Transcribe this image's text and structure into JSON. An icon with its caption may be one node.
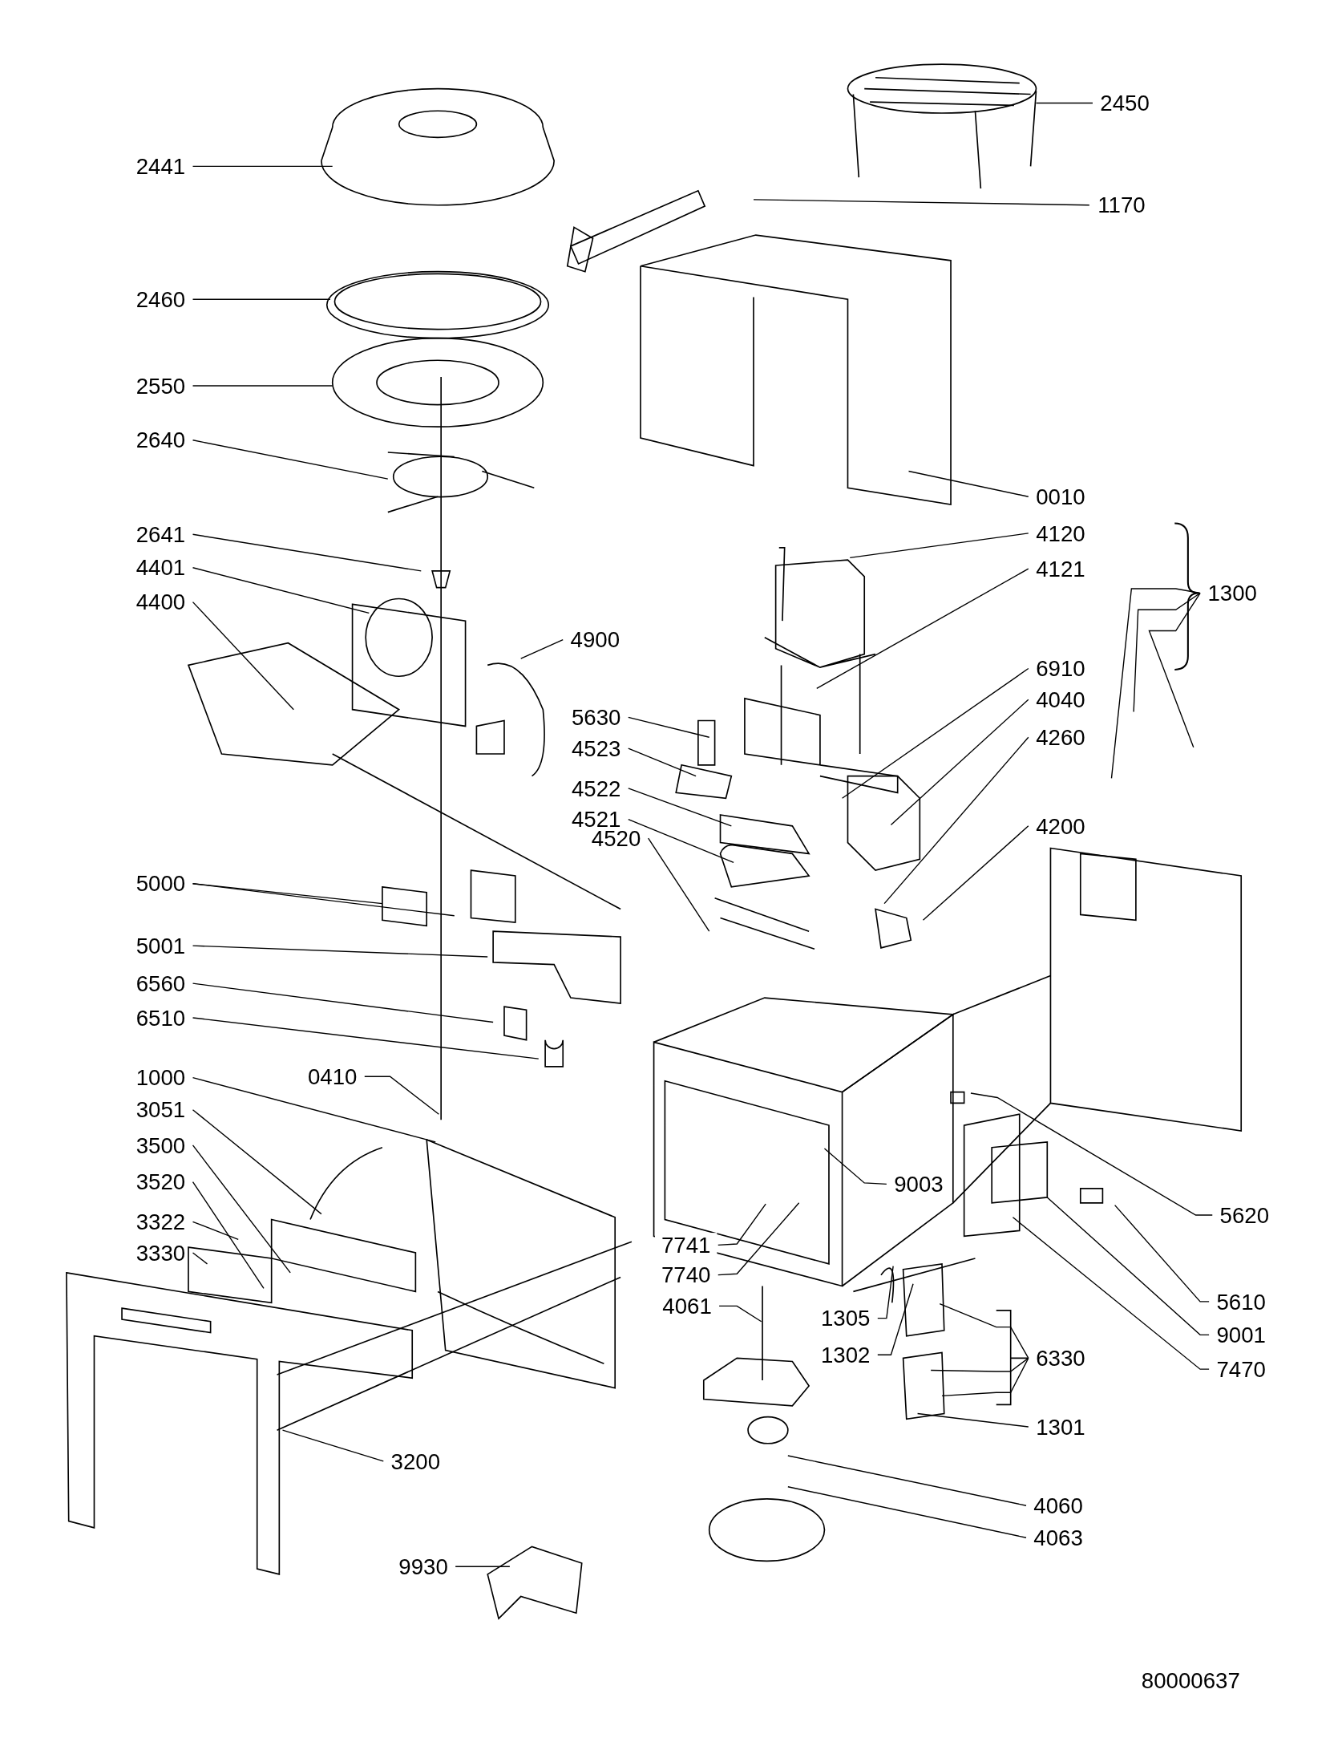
{
  "diagram": {
    "nodes": [
      {
        "text": [
          "2441"
        ]
      },
      {
        "text": [
          "2460"
        ]
      },
      {
        "text": [
          "2550"
        ]
      },
      {
        "text": [
          "2640"
        ]
      },
      {
        "text": [
          "2641"
        ]
      },
      {
        "text": [
          "4401"
        ]
      },
      {
        "text": [
          "4400"
        ]
      },
      {
        "text": [
          "5000"
        ]
      },
      {
        "text": [
          "5001"
        ]
      },
      {
        "text": [
          "6560"
        ]
      },
      {
        "text": [
          "6510"
        ]
      },
      {
        "text": [
          "1000"
        ]
      },
      {
        "text": [
          "3051"
        ]
      },
      {
        "text": [
          "3500"
        ]
      },
      {
        "text": [
          "3520"
        ]
      },
      {
        "text": [
          "3322"
        ]
      },
      {
        "text": [
          "3330"
        ]
      },
      {
        "text": [
          "0410"
        ]
      },
      {
        "text": [
          "2450"
        ]
      },
      {
        "text": [
          "1170"
        ]
      },
      {
        "text": [
          "0010"
        ]
      },
      {
        "text": [
          "4120"
        ]
      },
      {
        "text": [
          "4121"
        ]
      },
      {
        "text": [
          "1300"
        ]
      },
      {
        "text": [
          "4900"
        ]
      },
      {
        "text": [
          "5630"
        ]
      },
      {
        "text": [
          "4523"
        ]
      },
      {
        "text": [
          "4522"
        ]
      },
      {
        "text": [
          "4521"
        ]
      },
      {
        "text": [
          "4520"
        ]
      },
      {
        "text": [
          "6910"
        ]
      },
      {
        "text": [
          "4040"
        ]
      },
      {
        "text": [
          "4260"
        ]
      },
      {
        "text": [
          "4200"
        ]
      },
      {
        "text": [
          "9003"
        ]
      },
      {
        "text": [
          "7741"
        ]
      },
      {
        "text": [
          "7740"
        ]
      },
      {
        "text": [
          "4061"
        ]
      },
      {
        "text": [
          "1305"
        ]
      },
      {
        "text": [
          "1302"
        ]
      },
      {
        "text": [
          "6330"
        ]
      },
      {
        "text": [
          "1301"
        ]
      },
      {
        "text": [
          "5620"
        ]
      },
      {
        "text": [
          "5610"
        ]
      },
      {
        "text": [
          "9001"
        ]
      },
      {
        "text": [
          "7470"
        ]
      },
      {
        "text": [
          "3200"
        ]
      },
      {
        "text": [
          "9930"
        ]
      },
      {
        "text": [
          "4060"
        ]
      },
      {
        "text": [
          "4063"
        ]
      }
    ],
    "edges": [
      {
        "from": 0,
        "to": null,
        "arrow": "none"
      },
      {
        "from": 1,
        "to": null,
        "arrow": "none"
      },
      {
        "from": 2,
        "to": null,
        "arrow": "none"
      },
      {
        "from": 3,
        "to": null,
        "arrow": "none"
      },
      {
        "from": 4,
        "to": null,
        "arrow": "none"
      },
      {
        "from": 5,
        "to": null,
        "arrow": "none"
      },
      {
        "from": 6,
        "to": null,
        "arrow": "none"
      },
      {
        "from": 7,
        "to": null,
        "arrow": "none"
      },
      {
        "from": 7,
        "to": null,
        "arrow": "none"
      },
      {
        "from": 8,
        "to": null,
        "arrow": "none"
      },
      {
        "from": 9,
        "to": null,
        "arrow": "none"
      },
      {
        "from": 10,
        "to": null,
        "arrow": "none"
      },
      {
        "from": 11,
        "to": null,
        "arrow": "none"
      },
      {
        "from": 12,
        "to": null,
        "arrow": "none"
      },
      {
        "from": 13,
        "to": null,
        "arrow": "none"
      },
      {
        "from": 14,
        "to": null,
        "arrow": "none"
      },
      {
        "from": 15,
        "to": null,
        "arrow": "none"
      },
      {
        "from": 16,
        "to": null,
        "arrow": "none"
      },
      {
        "from": 17,
        "to": null,
        "arrow": "none"
      },
      {
        "from": 18,
        "to": null,
        "arrow": "none"
      },
      {
        "from": 19,
        "to": null,
        "arrow": "none"
      },
      {
        "from": 20,
        "to": null,
        "arrow": "none"
      },
      {
        "from": 21,
        "to": null,
        "arrow": "none"
      },
      {
        "from": 22,
        "to": null,
        "arrow": "none"
      },
      {
        "from": 23,
        "to": null,
        "arrow": "none"
      },
      {
        "from": 23,
        "to": null,
        "arrow": "none"
      },
      {
        "from": 23,
        "to": null,
        "arrow": "none"
      },
      {
        "from": 24,
        "to": null,
        "arrow": "none"
      },
      {
        "from": 25,
        "to": null,
        "arrow": "none"
      },
      {
        "from": 26,
        "to": null,
        "arrow": "none"
      },
      {
        "from": 27,
        "to": null,
        "arrow": "none"
      },
      {
        "from": 28,
        "to": null,
        "arrow": "none"
      },
      {
        "from": 29,
        "to": null,
        "arrow": "none"
      },
      {
        "from": 30,
        "to": null,
        "arrow": "none"
      },
      {
        "from": 31,
        "to": null,
        "arrow": "none"
      },
      {
        "from": 32,
        "to": null,
        "arrow": "none"
      },
      {
        "from": 33,
        "to": null,
        "arrow": "none"
      },
      {
        "from": 34,
        "to": null,
        "arrow": "none"
      },
      {
        "from": 35,
        "to": null,
        "arrow": "none"
      },
      {
        "from": 36,
        "to": null,
        "arrow": "none"
      },
      {
        "from": 37,
        "to": null,
        "arrow": "none"
      },
      {
        "from": 38,
        "to": null,
        "arrow": "none"
      },
      {
        "from": 39,
        "to": null,
        "arrow": "none"
      },
      {
        "from": 40,
        "to": null,
        "arrow": "none"
      },
      {
        "from": 40,
        "to": null,
        "arrow": "none"
      },
      {
        "from": 40,
        "to": null,
        "arrow": "none"
      },
      {
        "from": 41,
        "to": null,
        "arrow": "none"
      },
      {
        "from": 42,
        "to": null,
        "arrow": "none"
      },
      {
        "from": 43,
        "to": null,
        "arrow": "none"
      },
      {
        "from": 44,
        "to": null,
        "arrow": "none"
      },
      {
        "from": 45,
        "to": null,
        "arrow": "none"
      },
      {
        "from": 46,
        "to": null,
        "arrow": "none"
      },
      {
        "from": 47,
        "to": null,
        "arrow": "none"
      },
      {
        "from": 48,
        "to": null,
        "arrow": "none"
      },
      {
        "from": 49,
        "to": null,
        "arrow": "none"
      }
    ],
    "labels": [
      "80000637"
    ]
  }
}
